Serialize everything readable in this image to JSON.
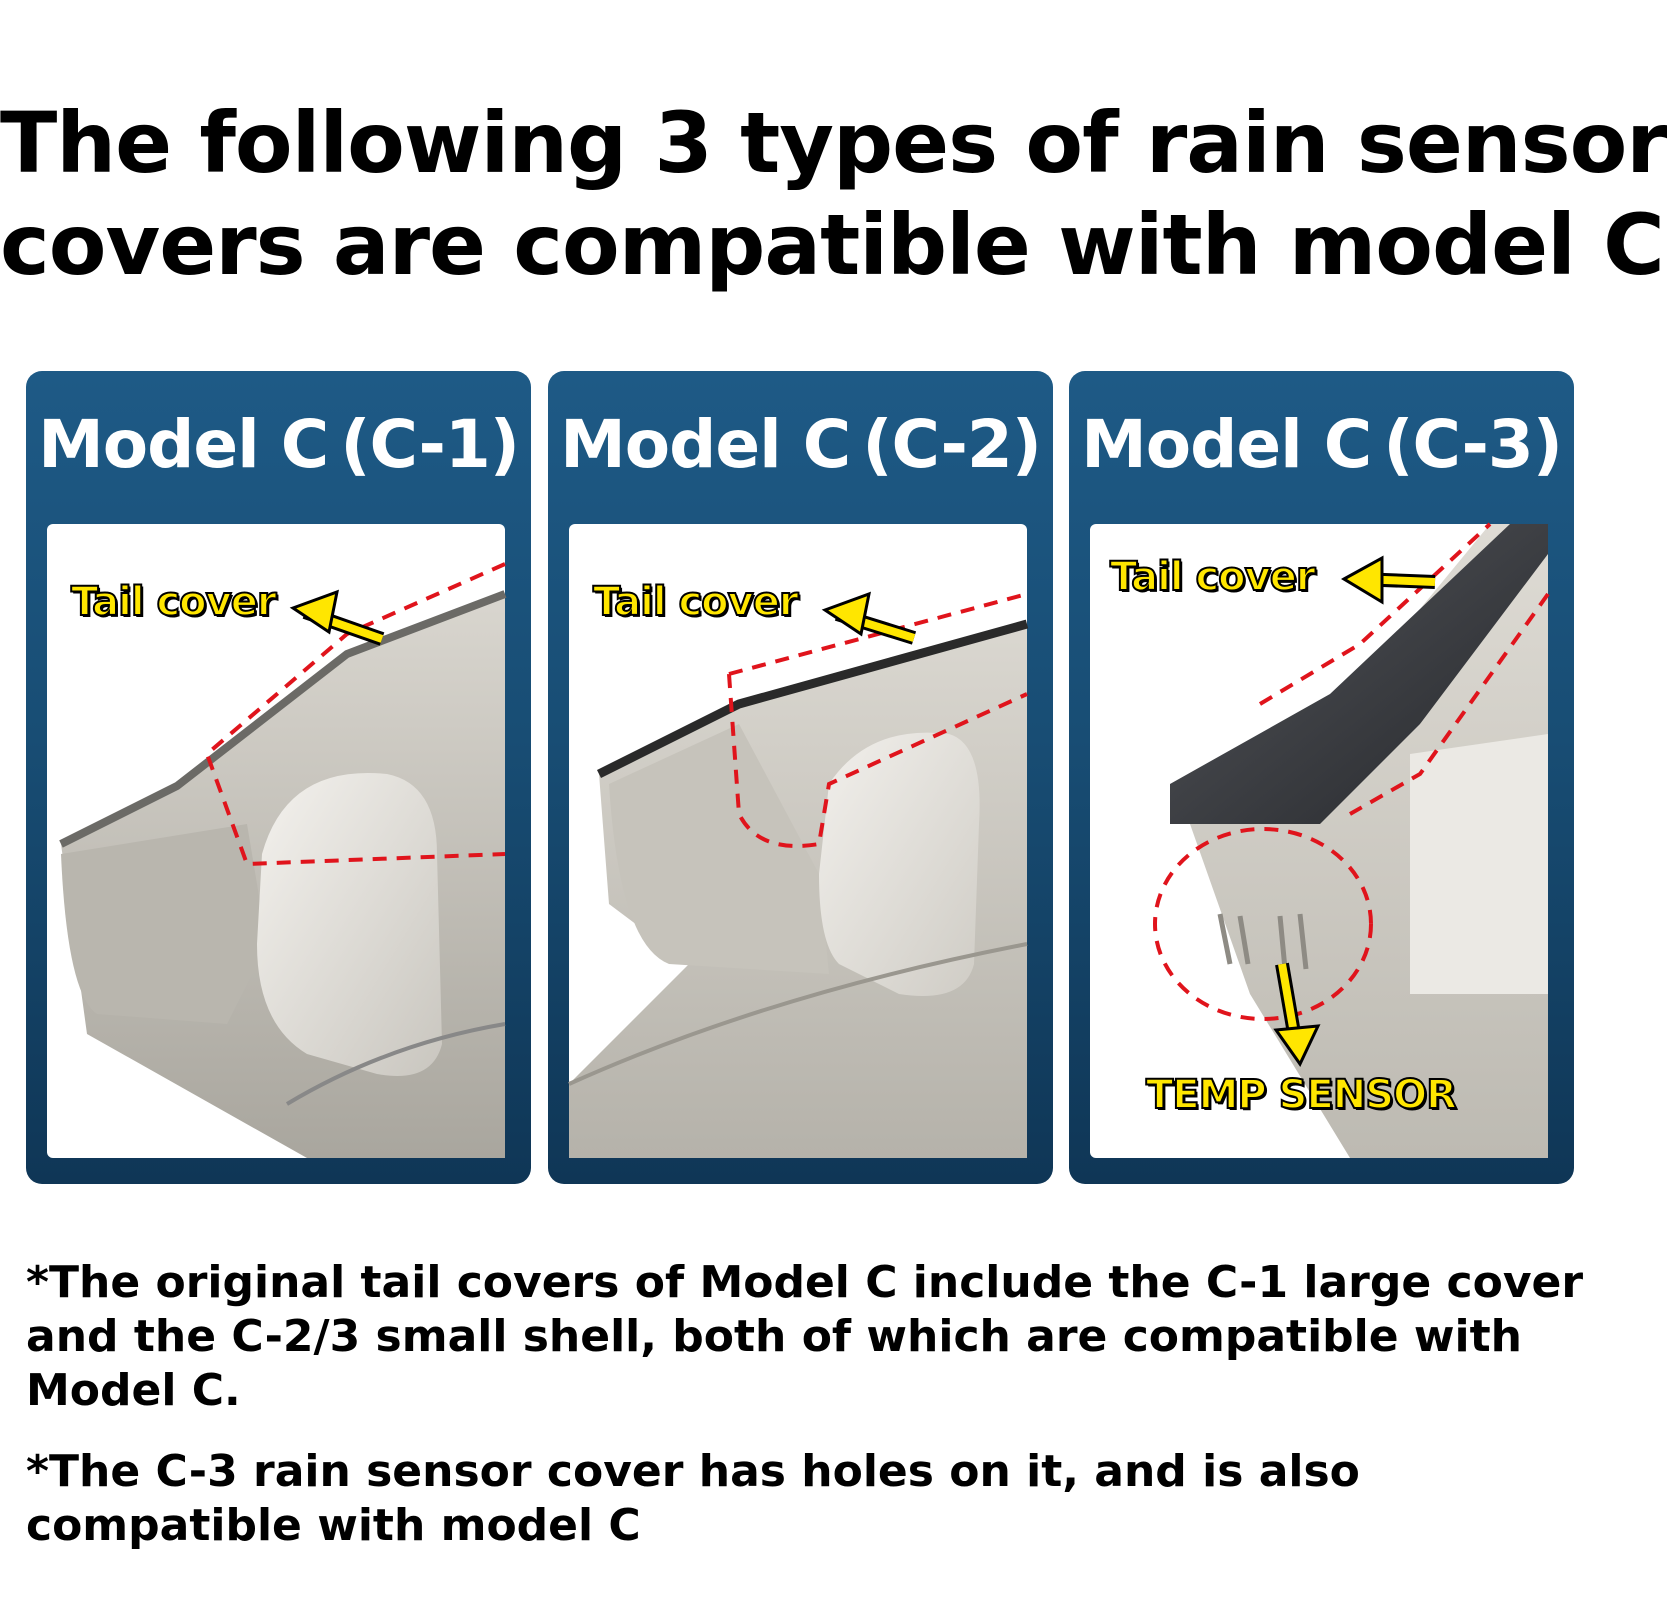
{
  "headline": {
    "line1": "The following 3 types of rain sensor",
    "line2": "covers are compatible with model C"
  },
  "panels": [
    {
      "title": "Model C (C-1)",
      "callout": "Tail cover"
    },
    {
      "title": "Model C (C-2)",
      "callout": "Tail cover"
    },
    {
      "title": "Model C (C-3)",
      "callout": "Tail cover",
      "callout2": "TEMP SENSOR"
    }
  ],
  "notes": [
    "*The original tail covers of Model C include the C-1 large cover and the C-2/3 small shell, both of which are compatible with Model C.",
    "*The C-3 rain sensor cover has holes on it, and is also compatible with model C"
  ],
  "colors": {
    "panel_blue": "#184d74",
    "callout_yellow": "#ffe600",
    "dash_red": "#e0141c"
  }
}
